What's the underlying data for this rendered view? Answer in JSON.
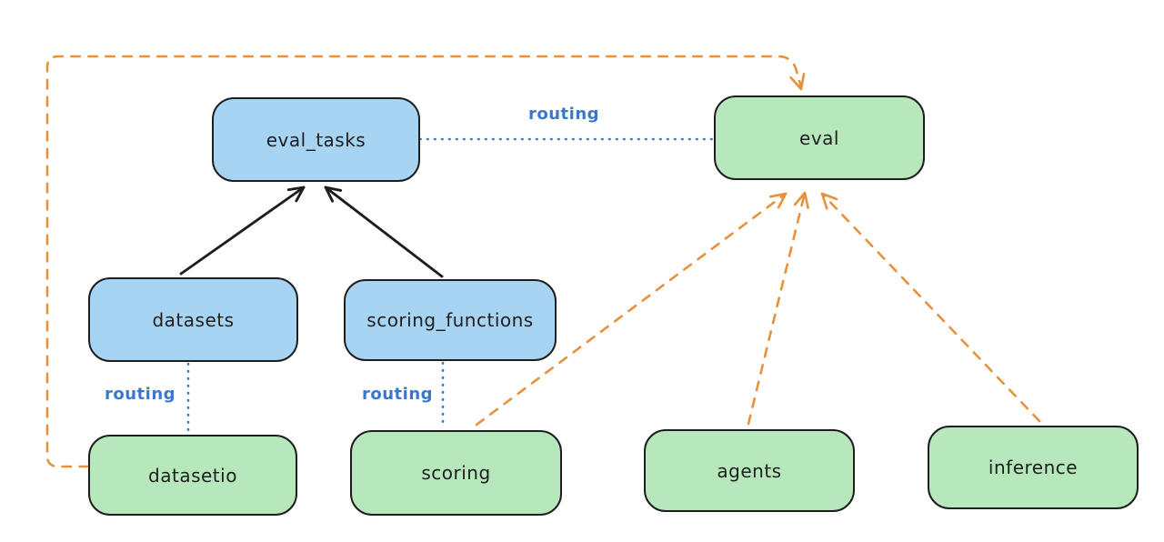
{
  "diagram": {
    "nodes": [
      {
        "id": "eval_tasks",
        "label": "eval_tasks",
        "fill": "blue"
      },
      {
        "id": "eval",
        "label": "eval",
        "fill": "green"
      },
      {
        "id": "datasets",
        "label": "datasets",
        "fill": "blue"
      },
      {
        "id": "scoring_functions",
        "label": "scoring_functions",
        "fill": "blue"
      },
      {
        "id": "datasetio",
        "label": "datasetio",
        "fill": "green"
      },
      {
        "id": "scoring",
        "label": "scoring",
        "fill": "green"
      },
      {
        "id": "agents",
        "label": "agents",
        "fill": "green"
      },
      {
        "id": "inference",
        "label": "inference",
        "fill": "green"
      }
    ],
    "edges": [
      {
        "from": "datasets",
        "to": "eval_tasks",
        "type": "solid_arrow",
        "color": "black"
      },
      {
        "from": "scoring_functions",
        "to": "eval_tasks",
        "type": "solid_arrow",
        "color": "black"
      },
      {
        "from": "eval_tasks",
        "to": "eval",
        "type": "dotted_line",
        "color": "blue",
        "label": "routing"
      },
      {
        "from": "datasets",
        "to": "datasetio",
        "type": "dotted_line",
        "color": "blue",
        "label": "routing"
      },
      {
        "from": "scoring_functions",
        "to": "scoring",
        "type": "dotted_line",
        "color": "blue",
        "label": "routing"
      },
      {
        "from": "datasetio",
        "to": "eval",
        "type": "dashed_arrow",
        "color": "orange"
      },
      {
        "from": "scoring",
        "to": "eval",
        "type": "dashed_arrow",
        "color": "orange"
      },
      {
        "from": "agents",
        "to": "eval",
        "type": "dashed_arrow",
        "color": "orange"
      },
      {
        "from": "inference",
        "to": "eval",
        "type": "dashed_arrow",
        "color": "orange"
      }
    ],
    "colors": {
      "background": "#ffffff",
      "box_stroke": "#1e1e1e",
      "blue_box_fill": "#a8d4f4",
      "green_box_fill": "#b6e8bb",
      "routing_blue": "#3b78c9",
      "arrow_black": "#1e1e1e",
      "arrow_orange": "#e8913d"
    }
  }
}
